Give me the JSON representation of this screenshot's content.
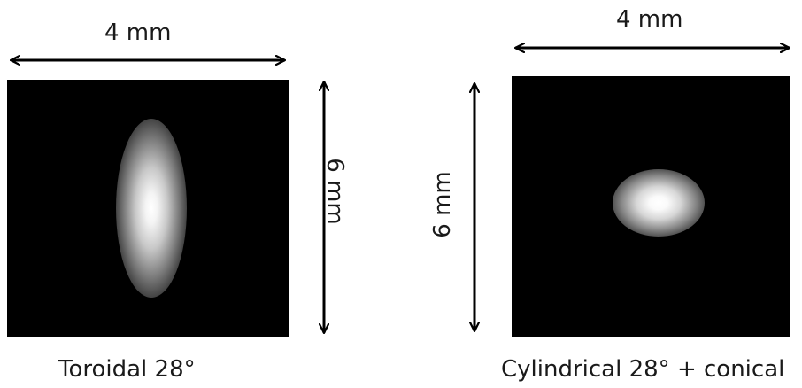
{
  "left_panel": {
    "width_label": "4 mm",
    "height_label": "6 mm",
    "caption": "Toroidal 28°"
  },
  "right_panel": {
    "width_label": "4 mm",
    "height_label": "6 mm",
    "caption": "Cylindrical 28° + conical"
  },
  "colors": {
    "background": "#ffffff",
    "panel": "#000000",
    "arrow": "#000000",
    "text": "#1a1a1a"
  }
}
